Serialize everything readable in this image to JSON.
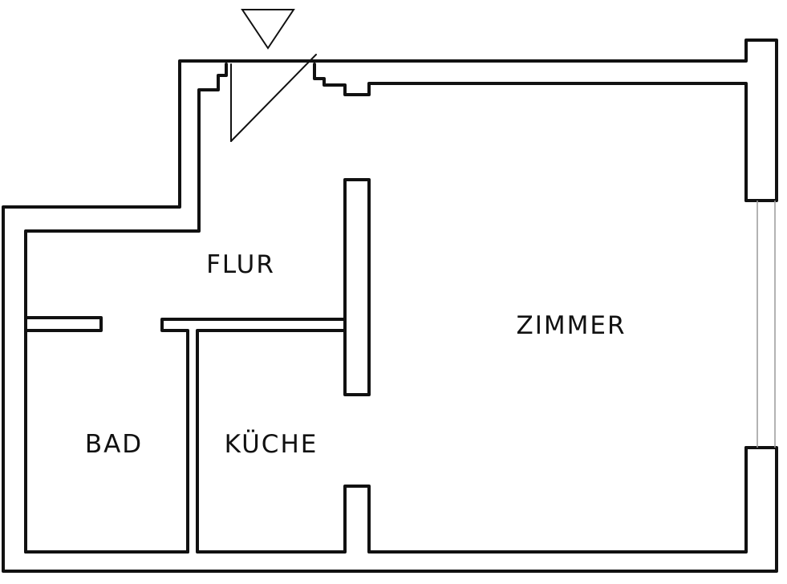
{
  "rooms": [
    {
      "id": "flur",
      "label": "FLUR"
    },
    {
      "id": "zimmer",
      "label": "ZIMMER"
    },
    {
      "id": "bad",
      "label": "BAD"
    },
    {
      "id": "kueche",
      "label": "KÜCHE"
    }
  ],
  "symbols": {
    "entrance_marker": "down-triangle-icon"
  },
  "colors": {
    "line": "#111111",
    "background": "#ffffff"
  }
}
